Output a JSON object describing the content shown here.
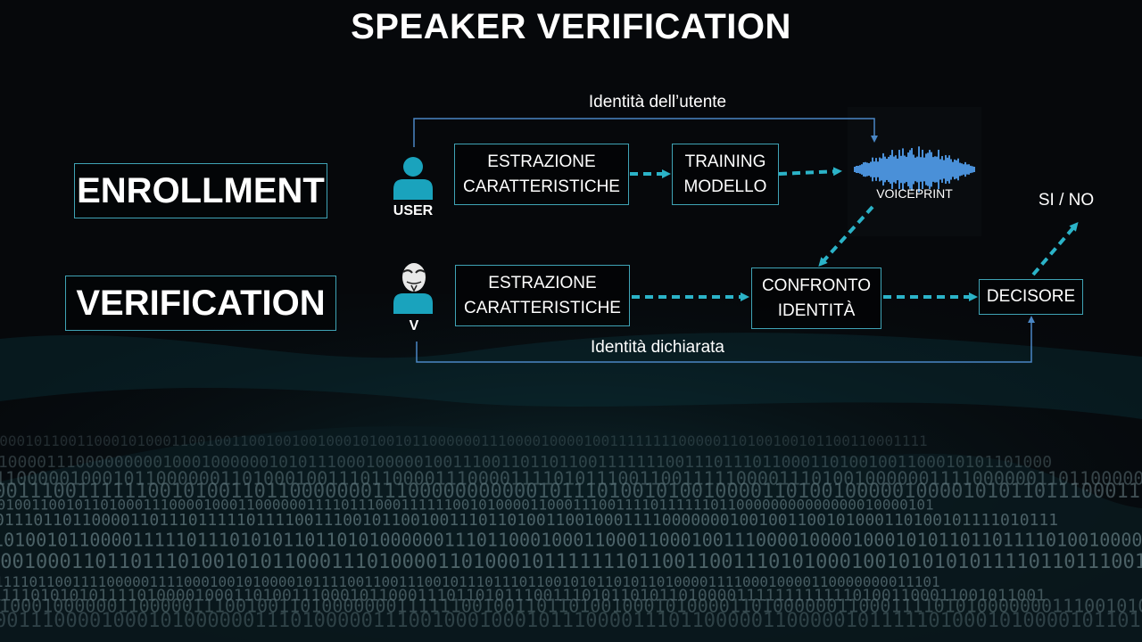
{
  "title": "SPEAKER VERIFICATION",
  "enrollment": {
    "label": "ENROLLMENT",
    "user_label": "USER",
    "feature_box": "ESTRAZIONE\nCARATTERISTICHE",
    "training_box": "TRAINING\nMODELLO",
    "voiceprint_label": "VOICEPRINT",
    "identity_label": "Identità dell’utente"
  },
  "verification": {
    "label": "VERIFICATION",
    "user_label": "V",
    "feature_box": "ESTRAZIONE\nCARATTERISTICHE",
    "compare_box": "CONFRONTO\nIDENTITÀ",
    "decider_box": "DECISORE",
    "output_label": "SI / NO",
    "declared_identity_label": "Identità dichiarata"
  },
  "colors": {
    "accent": "#2bb3c8",
    "box_border": "#3fa3b5",
    "line": "#4a86c5",
    "icon": "#1aa3bd",
    "background": "#06080b"
  }
}
